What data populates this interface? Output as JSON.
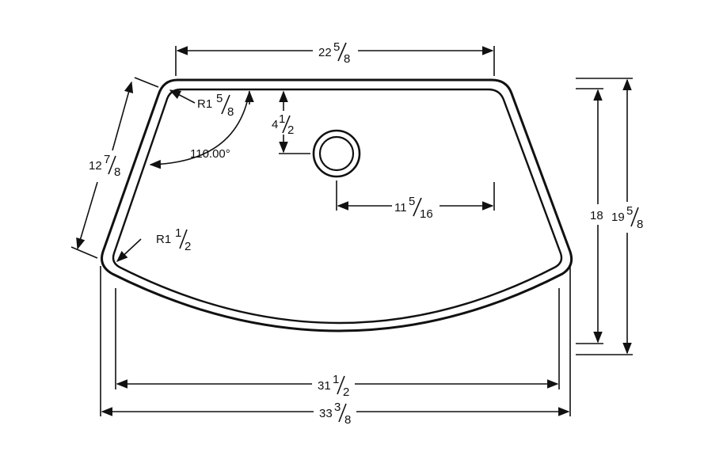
{
  "dimensions": {
    "top_width": {
      "whole": "22",
      "num": "5",
      "den": "8"
    },
    "radius_top": {
      "prefix": "R1",
      "num": "5",
      "den": "8"
    },
    "drain_offset_v": {
      "whole": "4",
      "num": "1",
      "den": "2"
    },
    "angle": "110.00°",
    "side_length": {
      "whole": "12",
      "num": "7",
      "den": "8"
    },
    "radius_bottom": {
      "prefix": "R1",
      "num": "1",
      "den": "2"
    },
    "drain_offset_h": {
      "whole": "11",
      "num": "5",
      "den": "16"
    },
    "inner_depth": "18",
    "outer_depth": {
      "whole": "19",
      "num": "5",
      "den": "8"
    },
    "inner_width": {
      "whole": "31",
      "num": "1",
      "den": "2"
    },
    "outer_width": {
      "whole": "33",
      "num": "3",
      "den": "8"
    }
  },
  "colors": {
    "line": "#111111",
    "background": "#ffffff"
  }
}
